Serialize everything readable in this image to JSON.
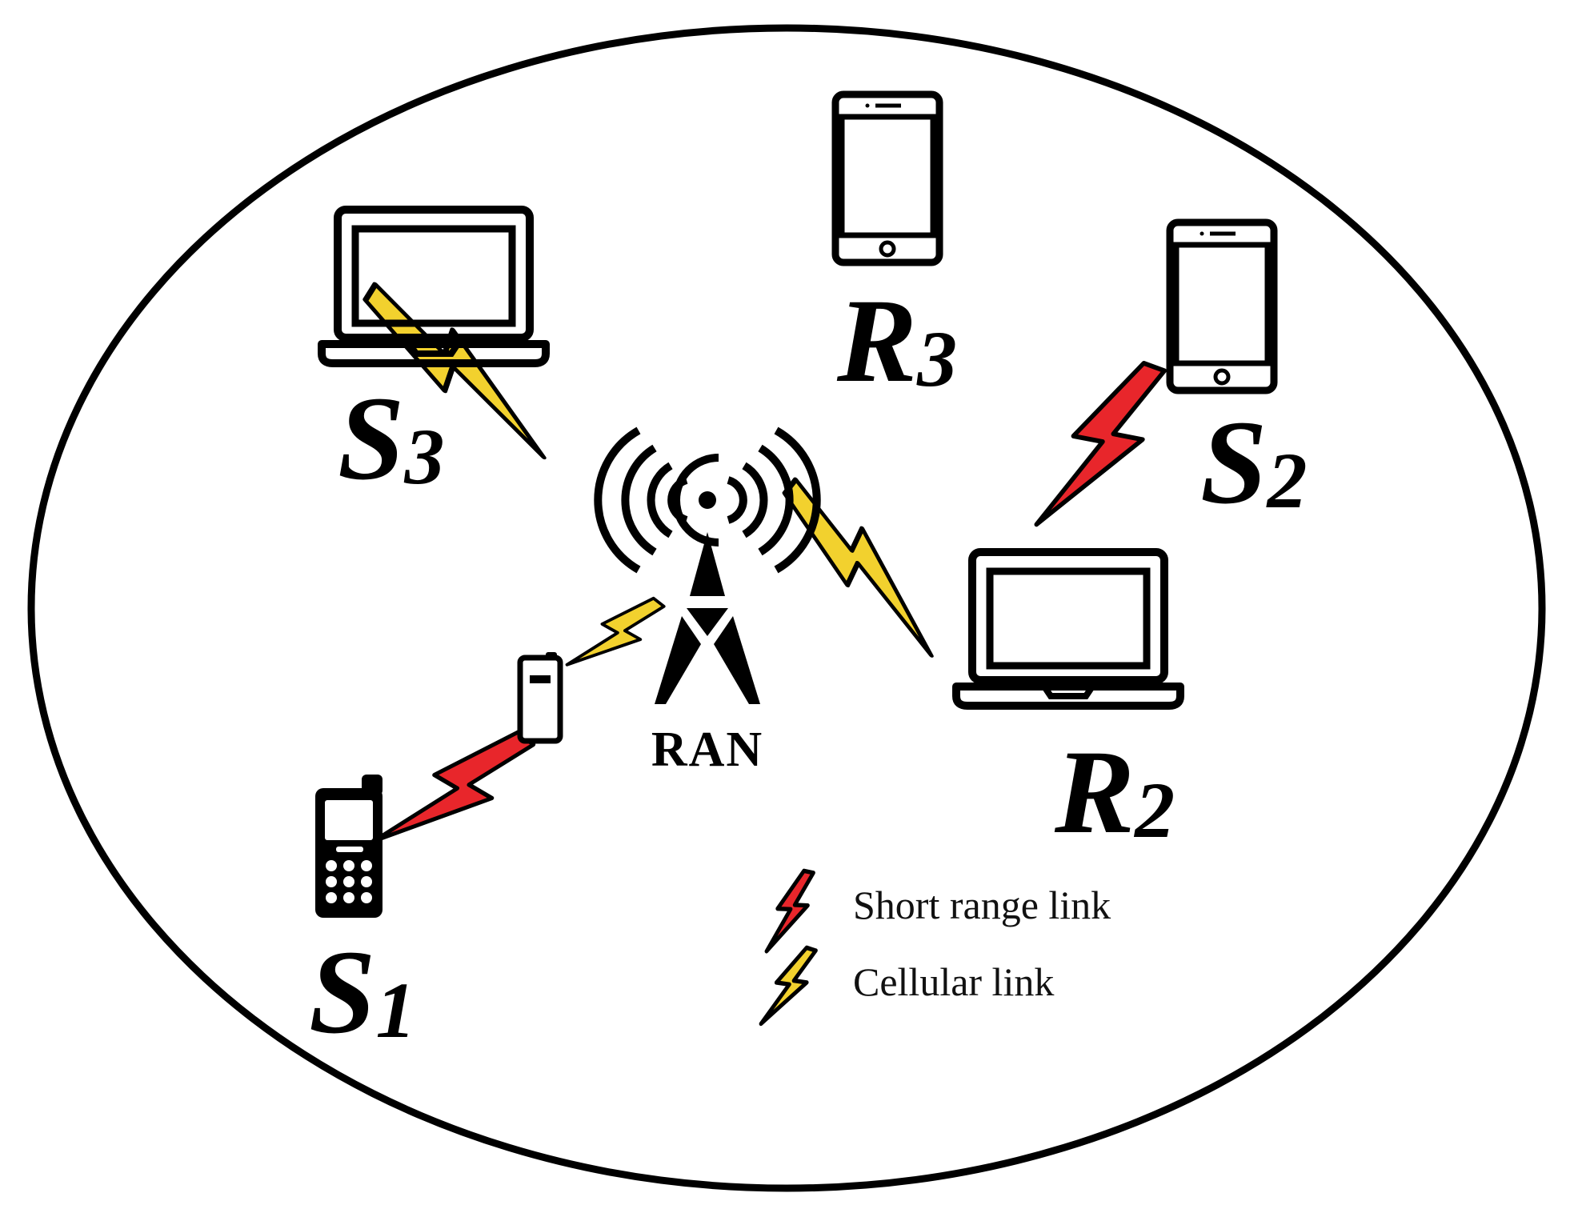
{
  "nodes": {
    "s1": {
      "main": "S",
      "sub": "1",
      "device": "feature-phone"
    },
    "s2": {
      "main": "S",
      "sub": "2",
      "device": "smartphone"
    },
    "s3": {
      "main": "S",
      "sub": "3",
      "device": "laptop"
    },
    "r2": {
      "main": "R",
      "sub": "2",
      "device": "laptop"
    },
    "r3": {
      "main": "R",
      "sub": "3",
      "device": "smartphone"
    }
  },
  "ran": {
    "label": "RAN"
  },
  "legend": {
    "short_range": "Short range link",
    "cellular": "Cellular link"
  },
  "colors": {
    "short_range_link": "#e8262b",
    "cellular_link": "#f2d12e",
    "outline": "#000000"
  }
}
